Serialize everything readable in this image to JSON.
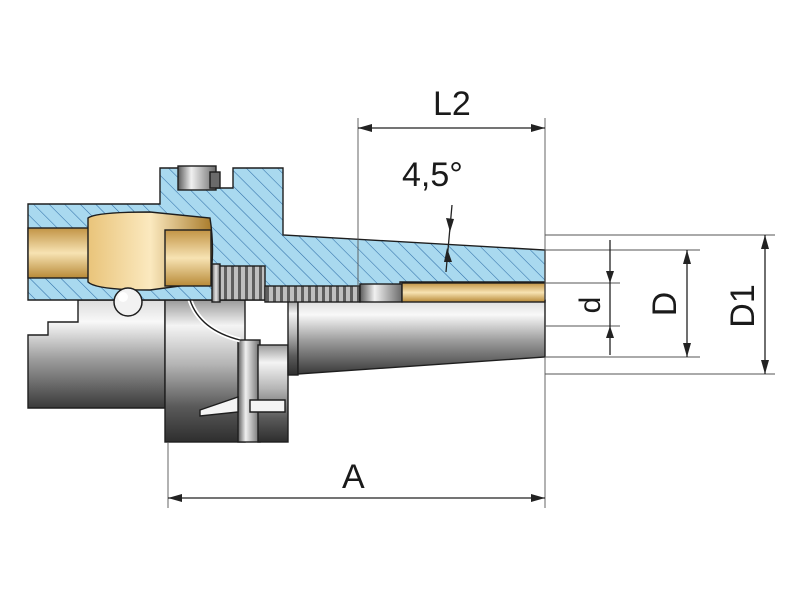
{
  "drawing": {
    "labels": {
      "L2": "L2",
      "taper_angle": "4,5°",
      "d": "d",
      "D": "D",
      "D1": "D1",
      "A": "A"
    },
    "colors": {
      "section_fill": "#a9d9ef",
      "hatch": "#2f6fa8",
      "brass_light": "#f3d9a0",
      "brass_dark": "#a87b2a",
      "steel_light": "#f2f2f2",
      "steel_dark": "#3c3c3c",
      "line": "#1e1e1e"
    }
  }
}
